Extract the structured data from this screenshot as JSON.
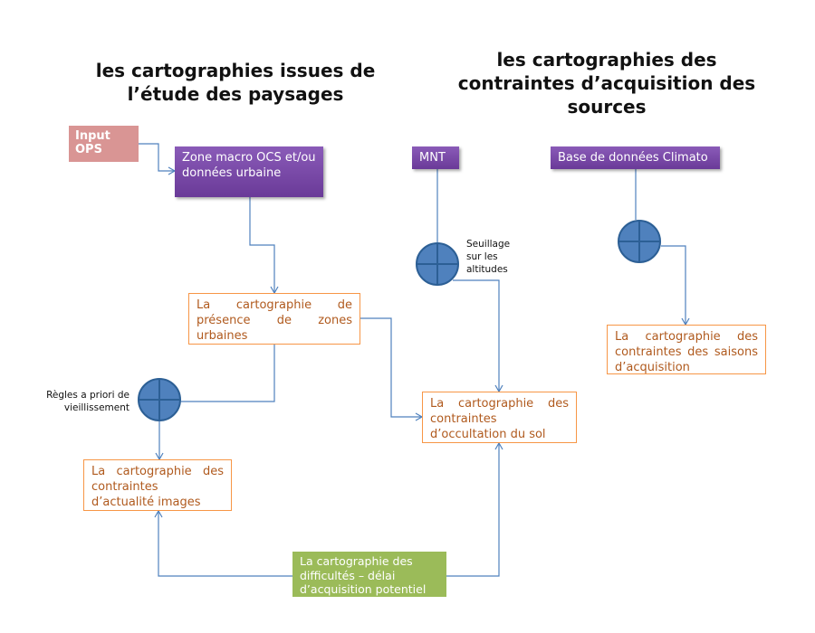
{
  "titles": {
    "left": [
      "les cartographies issues de",
      "l’étude des paysages"
    ],
    "right": [
      "les cartographies des",
      "contraintes d’acquisition des",
      "sources"
    ]
  },
  "inputs": {
    "input_ops": [
      "Input",
      "OPS"
    ],
    "zone_macro": "Zone macro OCS et/ou données urbaine",
    "mnt": "MNT",
    "climato": "Base de données Climato"
  },
  "operators": {
    "seuillage": [
      "Seuillage",
      "sur les",
      "altitudes"
    ],
    "regles": [
      "Règles a priori de",
      "vieillissement"
    ]
  },
  "outputs": {
    "presence": "La cartographie de présence de zones urbaines",
    "saisons": "La cartographie des contraintes des saisons d’acquisition",
    "occultation": "La cartographie des contraintes d’occultation du sol",
    "actualite": "La cartographie des contraintes d’actualité images",
    "difficultes": "La cartographie des difficultés – délai d’acquisition potentiel"
  },
  "colors": {
    "connector": "#4f81bd",
    "purple": "#7030a0",
    "orange": "#f79646",
    "green": "#9bbb59",
    "pink": "#d99594"
  }
}
